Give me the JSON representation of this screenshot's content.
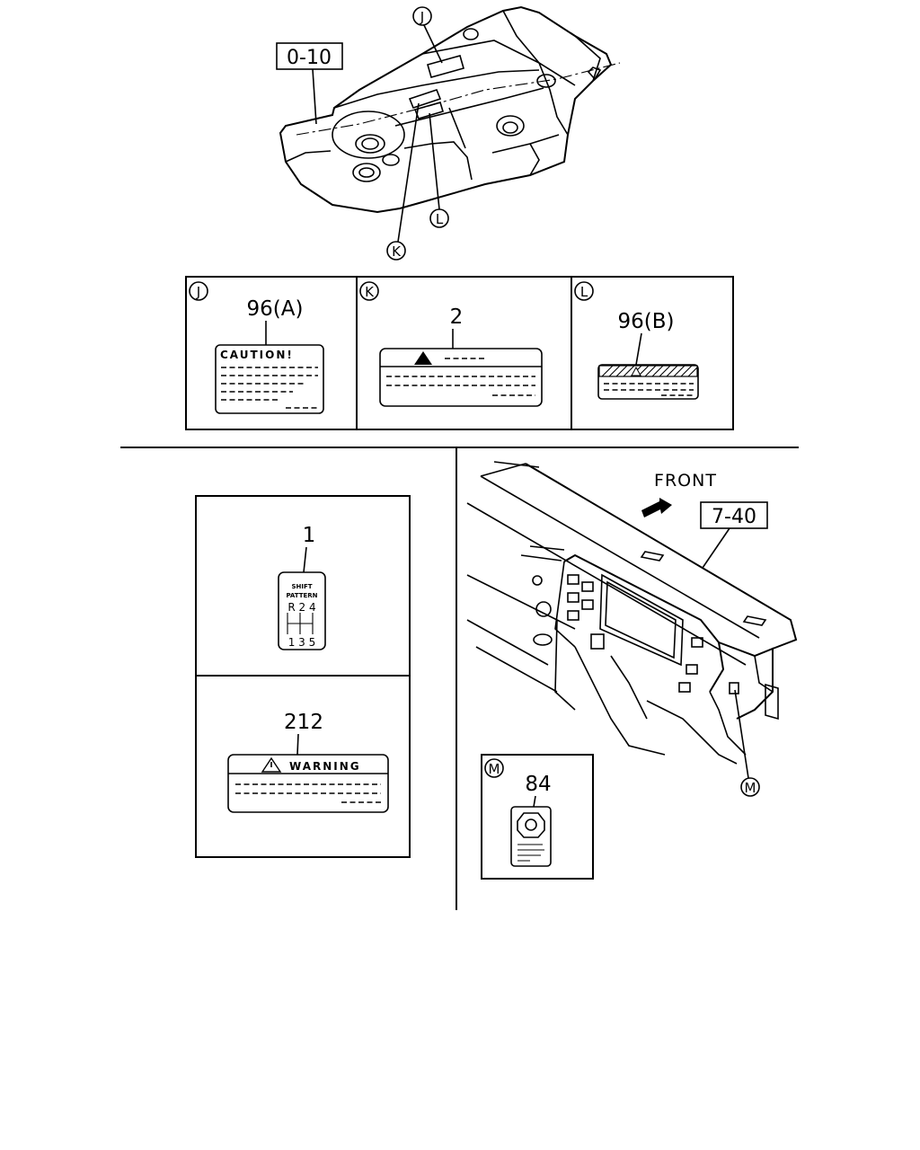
{
  "top_assembly": {
    "ref_box": "0-10",
    "callouts": [
      "J",
      "K",
      "L"
    ]
  },
  "label_table": {
    "cells": [
      {
        "letter": "J",
        "part_no": "96(A)",
        "label_text": "CAUTION!"
      },
      {
        "letter": "K",
        "part_no": "2"
      },
      {
        "letter": "L",
        "part_no": "96(B)"
      }
    ]
  },
  "left_panel": {
    "shift_label": {
      "part_no": "1",
      "title_line1": "SHIFT",
      "title_line2": "PATTERN",
      "top_gears": "R 2 4",
      "bottom_gears": "1 3 5"
    },
    "warning_label": {
      "part_no": "212",
      "label_text": "WARNING"
    }
  },
  "dashboard": {
    "front_text": "FRONT",
    "ref_box": "7-40",
    "callout": "M"
  },
  "m_detail": {
    "letter": "M",
    "part_no": "84"
  }
}
